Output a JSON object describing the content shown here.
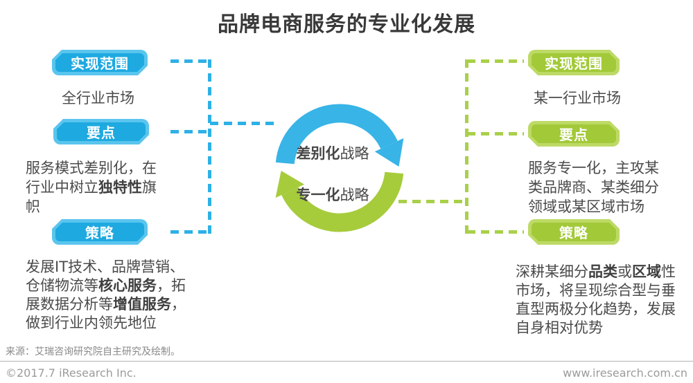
{
  "title": "品牌电商服务的专业化发展",
  "colors": {
    "blue_tag_inner": "#1ea9e0",
    "blue_tag_outer": "#5ac5ee",
    "blue_arc": "#38b4e7",
    "green_tag_inner": "#a2c938",
    "green_tag_outer": "#bdda66",
    "green_arc": "#a6cc3c",
    "body_text": "#4a4a4a"
  },
  "left_panel": {
    "scope_label": "实现范围",
    "scope_text": "全行业市场",
    "points_label": "要点",
    "points_text": [
      {
        "t": "服务模式差别化，在行业中树立"
      },
      {
        "t": "独特性",
        "bold": true
      },
      {
        "t": "旗帜"
      }
    ],
    "strategy_label": "策略",
    "strategy_text": [
      {
        "t": "发展IT技术、品牌营销、仓储物流等"
      },
      {
        "t": "核心服务",
        "bold": true
      },
      {
        "t": "，拓展数据分析等"
      },
      {
        "t": "增值服务",
        "bold": true
      },
      {
        "t": "，做到行业内领先地位"
      }
    ]
  },
  "right_panel": {
    "scope_label": "实现范围",
    "scope_text": "某一行业市场",
    "points_label": "要点",
    "points_text": [
      {
        "t": "服务专一化，主攻某类品牌商、某类细分领域或某区域市场"
      }
    ],
    "strategy_label": "策略",
    "strategy_text": [
      {
        "t": "深耕某细分"
      },
      {
        "t": "品类",
        "bold": true
      },
      {
        "t": "或"
      },
      {
        "t": "区域",
        "bold": true
      },
      {
        "t": "性市场，将呈现综合型与垂直型两极分化趋势，发展自身相对优势"
      }
    ]
  },
  "center": {
    "top_text": [
      {
        "t": "差别化",
        "bold": true
      },
      {
        "t": "战略"
      }
    ],
    "bottom_text": [
      {
        "t": "专一化",
        "bold": true
      },
      {
        "t": "战略"
      }
    ]
  },
  "footer": {
    "source": "来源：艾瑞咨询研究院自主研究及绘制。",
    "copyright": "©2017.7 iResearch Inc.",
    "website": "www.iresearch.com.cn"
  }
}
